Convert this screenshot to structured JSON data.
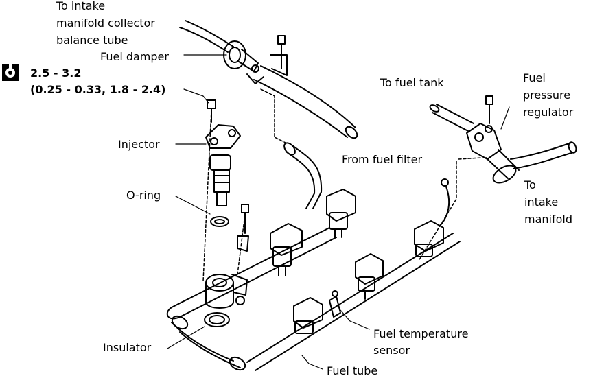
{
  "labels": {
    "intake_collector": [
      "To intake",
      "manifold collector",
      "balance tube"
    ],
    "fuel_damper": "Fuel damper",
    "torque_value": "2.5 - 3.2",
    "torque_value_alt": "(0.25 - 0.33, 1.8 - 2.4)",
    "to_fuel_tank": "To fuel tank",
    "pressure_regulator": [
      "Fuel",
      "pressure",
      "regulator"
    ],
    "injector": "Injector",
    "from_fuel_filter": "From fuel filter",
    "to_intake_manifold": [
      "To",
      "intake",
      "manifold"
    ],
    "o_ring": "O-ring",
    "temp_sensor": [
      "Fuel temperature",
      "sensor"
    ],
    "insulator": "Insulator",
    "fuel_tube": "Fuel tube"
  },
  "icons": {
    "torque": "torque-wrench-icon"
  }
}
